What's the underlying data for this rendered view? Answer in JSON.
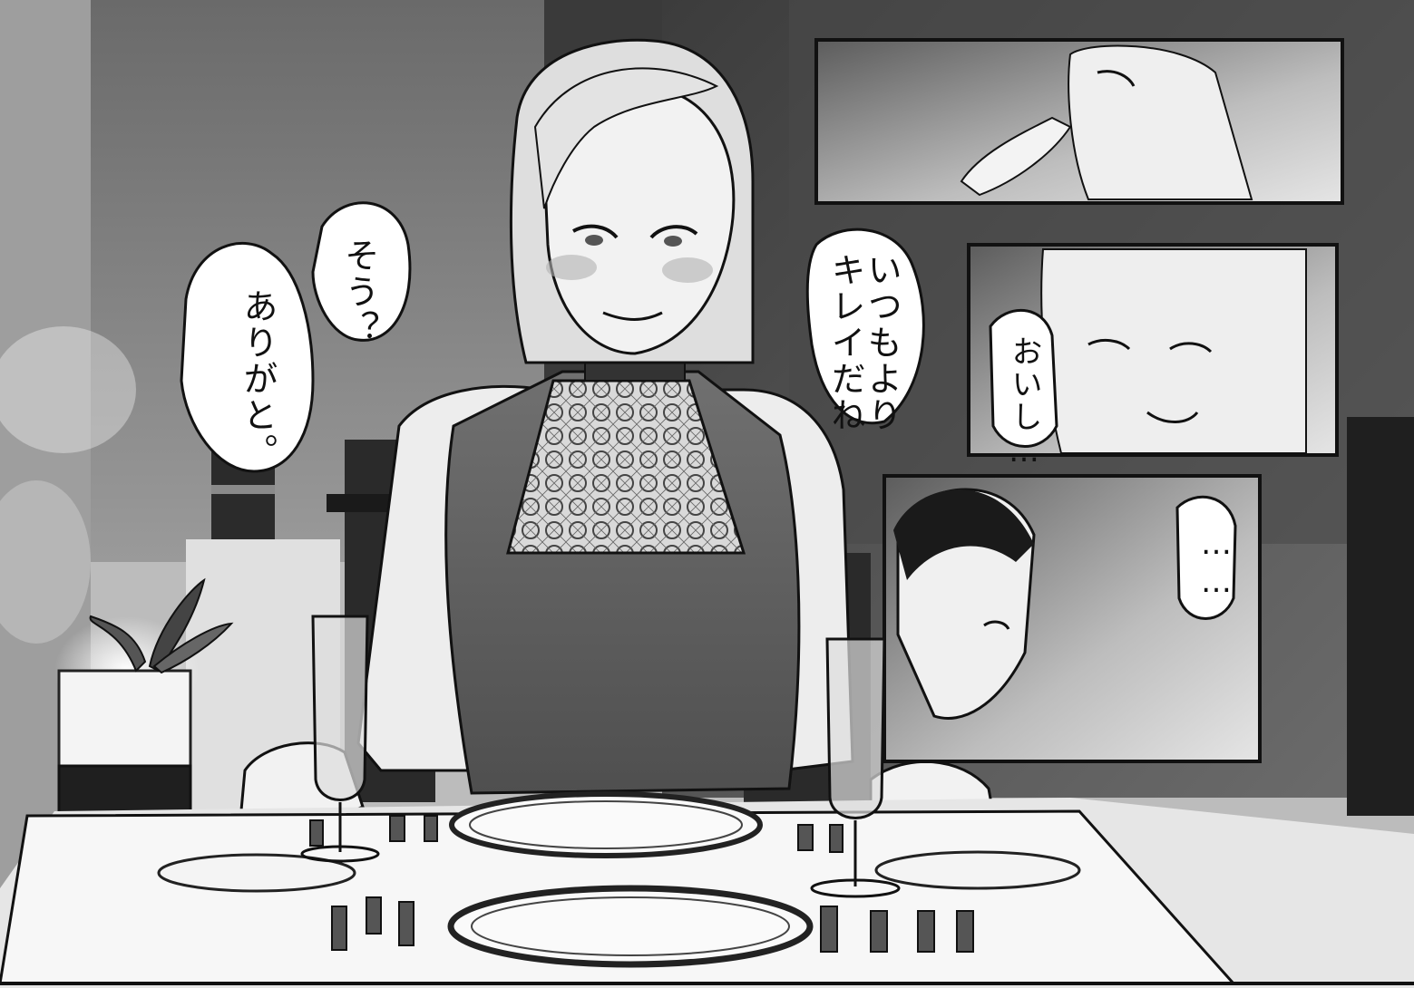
{
  "speech": {
    "soo": "そう？",
    "arigato": "ありがと。",
    "itsumo_line1": "いつもより",
    "itsumo_line2": "キレイだね",
    "oishi": "おいし…",
    "ellipsis": "……"
  },
  "colors": {
    "ink": "#111111",
    "dark_wall": "#4a4a4a",
    "mid_wall": "#8c8c8c",
    "light_wall": "#b5b5b5",
    "dress": "#5e5e5e",
    "skin": "#ececec",
    "table": "#f2f2f2"
  },
  "icons": {
    "candle": "candle-icon",
    "plant": "plant-icon",
    "glass": "champagne-glass-icon",
    "plate": "plate-icon",
    "fork": "fork-icon",
    "knife": "knife-icon"
  }
}
